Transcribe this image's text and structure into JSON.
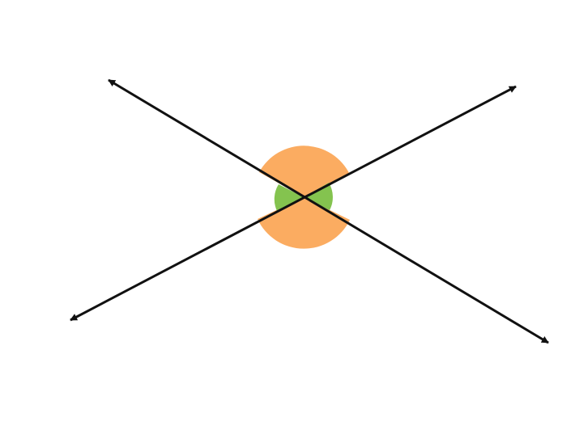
{
  "diagram": {
    "type": "intersecting-lines-angles",
    "description_labels": [],
    "lines": [
      {
        "name": "line-a",
        "endpoints": [
          "arrow",
          "arrow"
        ]
      },
      {
        "name": "line-b",
        "endpoints": [
          "arrow",
          "arrow"
        ]
      }
    ],
    "angles": [
      {
        "name": "obtuse-angle-top",
        "color": "#FBAC61"
      },
      {
        "name": "obtuse-angle-bottom",
        "color": "#FBAC61"
      },
      {
        "name": "acute-angle-left",
        "color": "#84C34F"
      },
      {
        "name": "acute-angle-right",
        "color": "#84C34F"
      }
    ],
    "line_color": "#111111"
  }
}
